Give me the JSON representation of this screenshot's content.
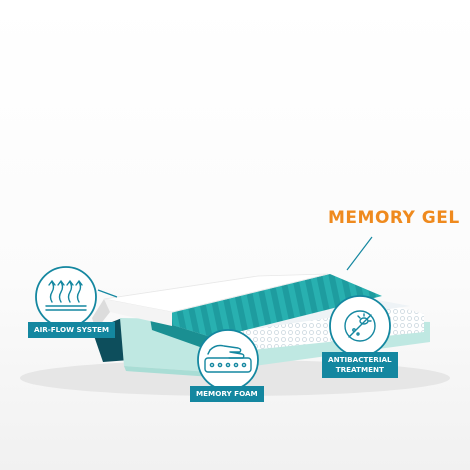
{
  "headline": "MEMORY GEL",
  "badges": {
    "airflow": {
      "label": "AIR-FLOW SYSTEM",
      "icon": "airflow-arrows-icon"
    },
    "memory_foam": {
      "label": "MEMORY FOAM",
      "icon": "hand-on-foam-icon"
    },
    "antibacterial": {
      "line1": "ANTIBACTERIAL",
      "line2": "TREATMENT",
      "icon": "no-bacteria-icon"
    }
  },
  "colors": {
    "accent": "#ef8a1e",
    "badge": "#1487a0",
    "gel": "#2bb6b5",
    "base_foam": "#bfe8e2"
  }
}
